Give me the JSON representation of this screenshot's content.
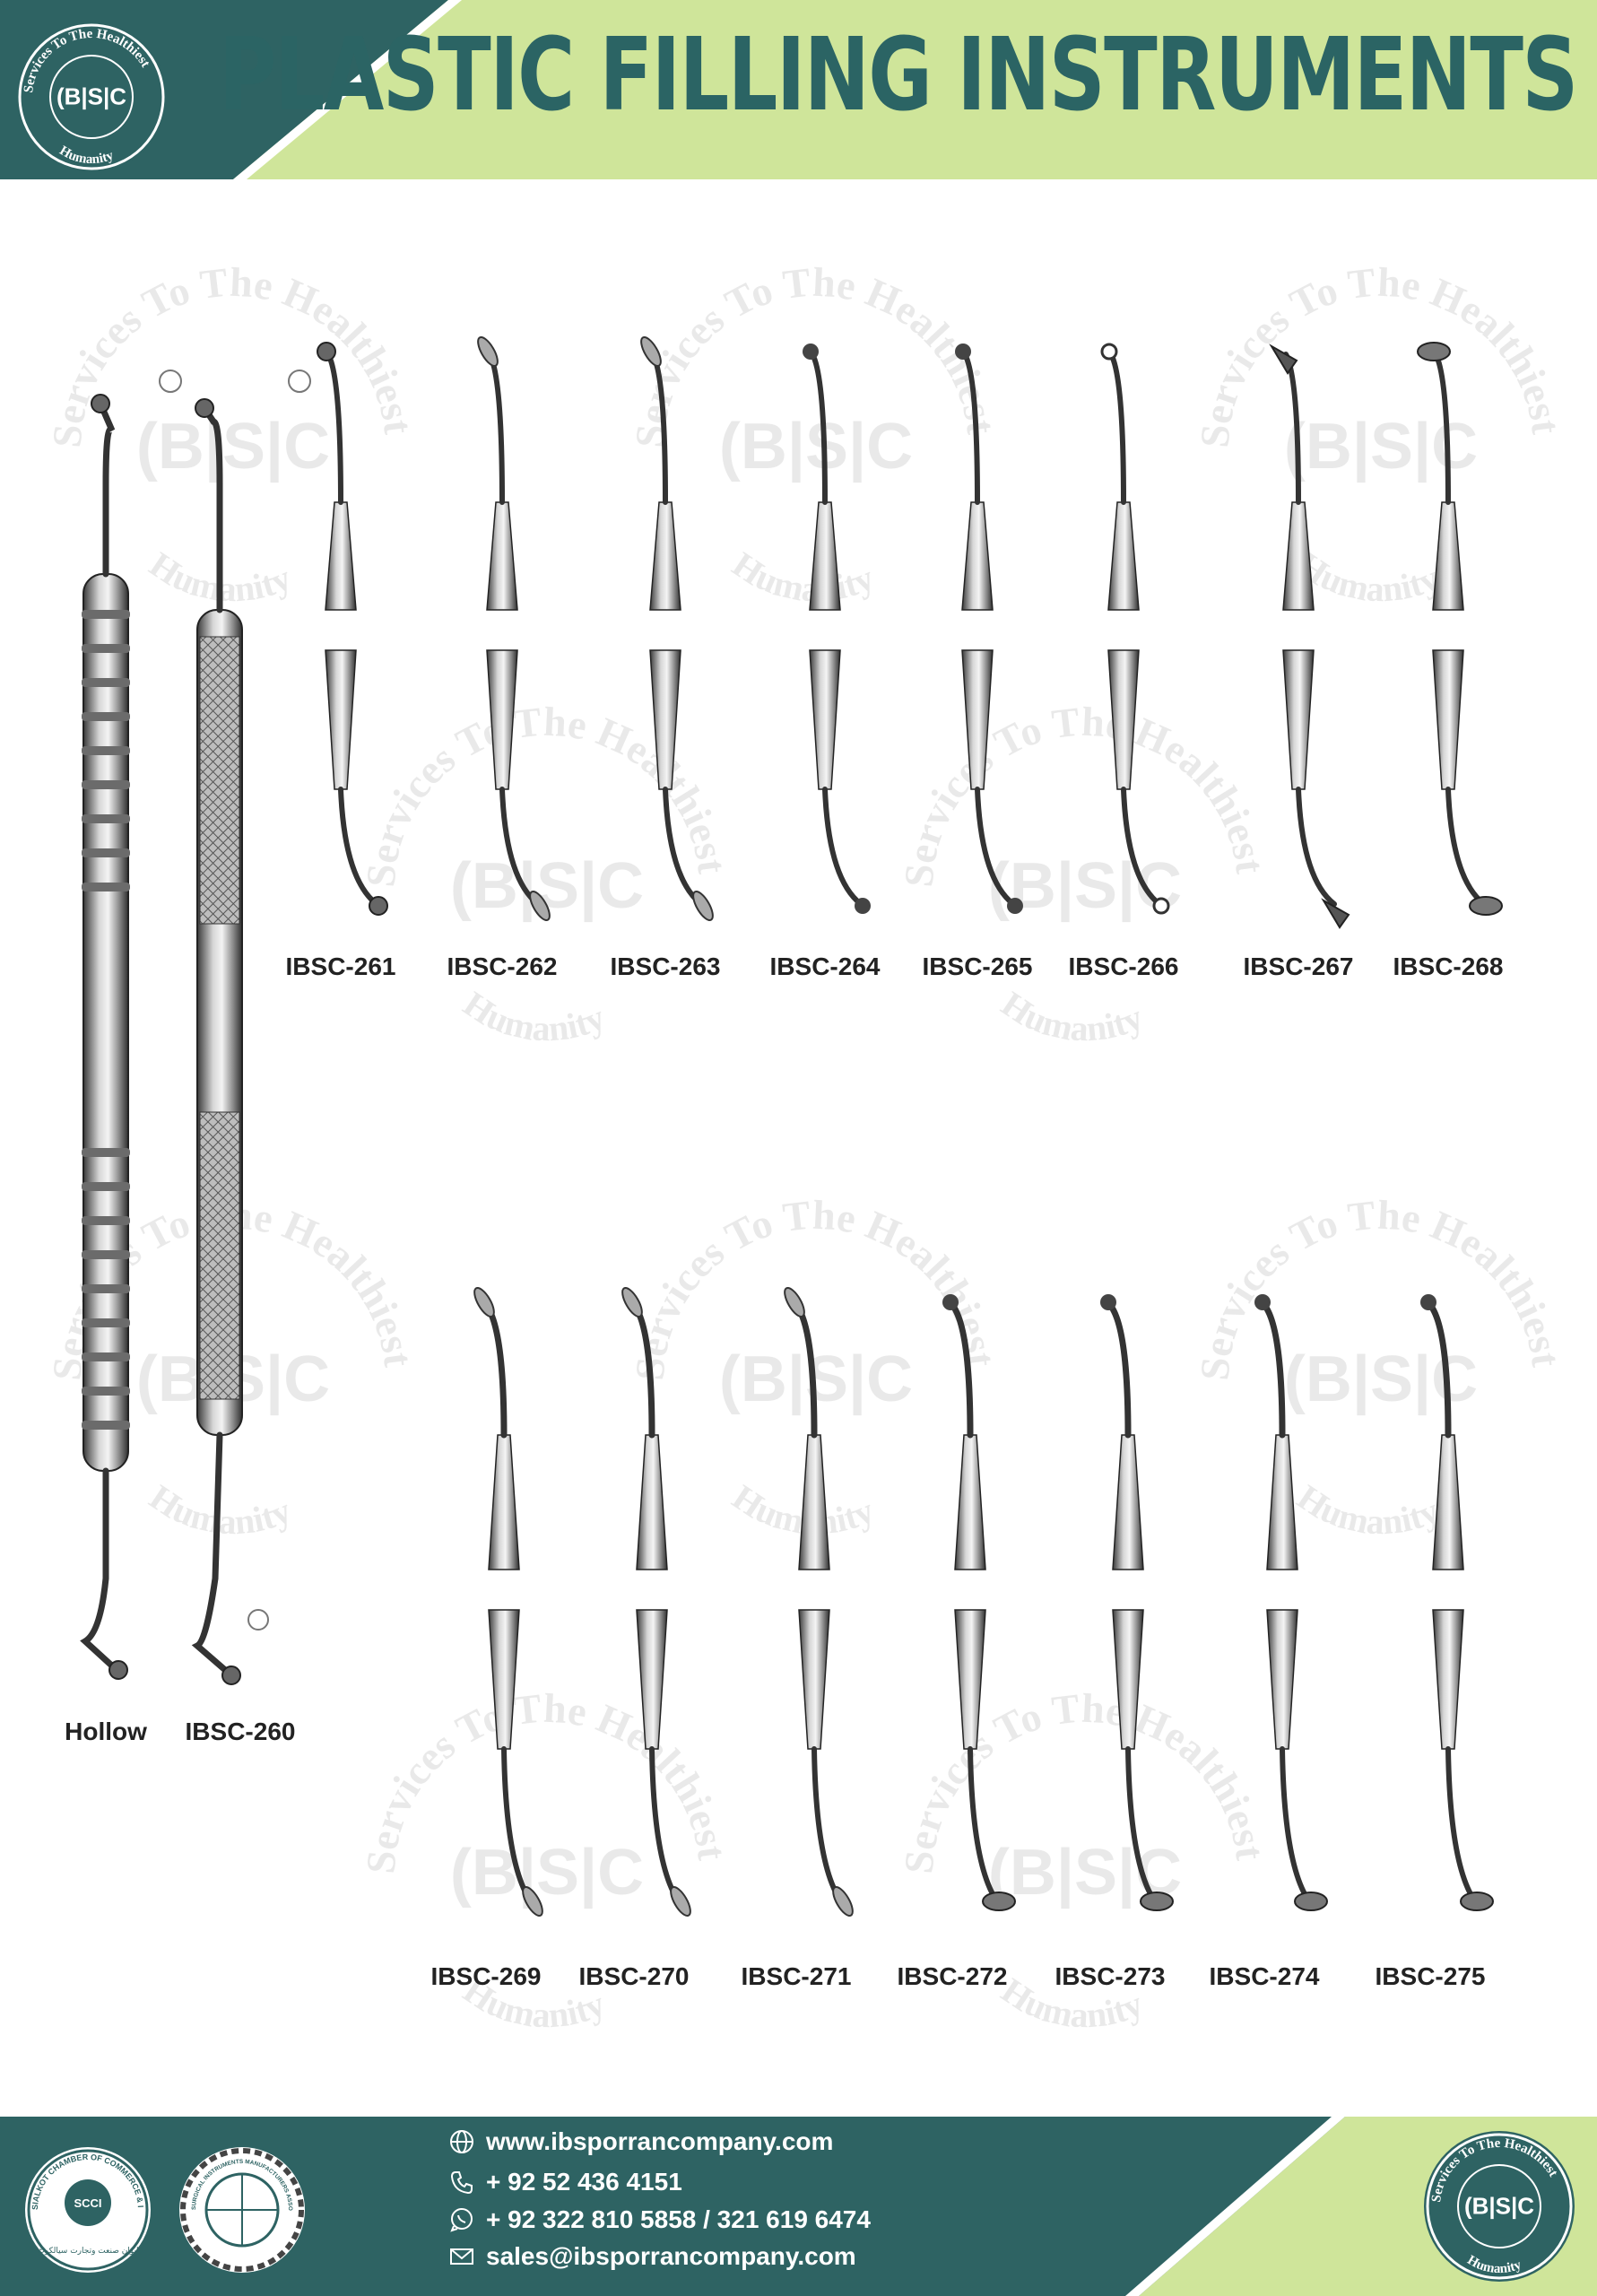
{
  "header": {
    "title": "PLASTIC FILLING INSTRUMENTS",
    "logo_mark": "(B|S|C",
    "logo_motto": "Services To The Healthiest Humanity"
  },
  "colors": {
    "teal": "#2e6363",
    "lime": "#cfe59a",
    "title": "#2b6464"
  },
  "watermark": {
    "mark": "(B|S|C",
    "motto": "Services To The Healthiest Humanity"
  },
  "instruments": {
    "left": [
      {
        "label": "Hollow"
      },
      {
        "label": "IBSC-260"
      }
    ],
    "row1": [
      {
        "label": "IBSC-261",
        "tip": "bent-ball"
      },
      {
        "label": "IBSC-262",
        "tip": "paddle"
      },
      {
        "label": "IBSC-263",
        "tip": "paddle"
      },
      {
        "label": "IBSC-264",
        "tip": "ball"
      },
      {
        "label": "IBSC-265",
        "tip": "ball"
      },
      {
        "label": "IBSC-266",
        "tip": "ring"
      },
      {
        "label": "IBSC-267",
        "tip": "blade"
      },
      {
        "label": "IBSC-268",
        "tip": "spoon"
      }
    ],
    "row2": [
      {
        "label": "IBSC-269"
      },
      {
        "label": "IBSC-270"
      },
      {
        "label": "IBSC-271"
      },
      {
        "label": "IBSC-272"
      },
      {
        "label": "IBSC-273"
      },
      {
        "label": "IBSC-274"
      },
      {
        "label": "IBSC-275"
      }
    ]
  },
  "footer": {
    "website": "www.ibsporrancompany.com",
    "phone": "+ 92 52 436 4151",
    "whatsapp": "+ 92 322 810 5858 / 321 619 6474",
    "email": "sales@ibsporrancompany.com",
    "icons": [
      "globe-icon",
      "phone-icon",
      "whatsapp-icon",
      "mail-icon"
    ],
    "scci_logo": "SCCI",
    "scci_text": "SIALKOT CHAMBER OF COMMERCE & INDUSTRY",
    "scci_urdu": "ایوان صنعت وتجارت سیالکوٹ",
    "smma_text": "SURGICAL INSTRUMENTS MANUFACTURERS ASSOCIATION OF PAKISTAN"
  }
}
